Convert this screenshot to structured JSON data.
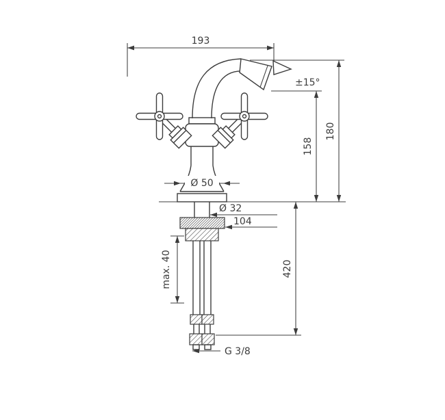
{
  "meta": {
    "type": "technical-dimension-drawing",
    "subject": "two-handle bidet mixer faucet with cross handles and swivel spout",
    "line_color": "#3c3c3c",
    "background_color": "#ffffff"
  },
  "dimensions": {
    "overall_width": "193",
    "swivel_angle": "±15°",
    "spout_outlet_height": "158",
    "overall_height": "180",
    "base_diameter": "Ø 50",
    "shank_diameter": "Ø 32",
    "clearance_width": "104",
    "max_mounting_thickness": "max. 40",
    "hose_length": "420",
    "connection_thread": "G 3/8"
  }
}
